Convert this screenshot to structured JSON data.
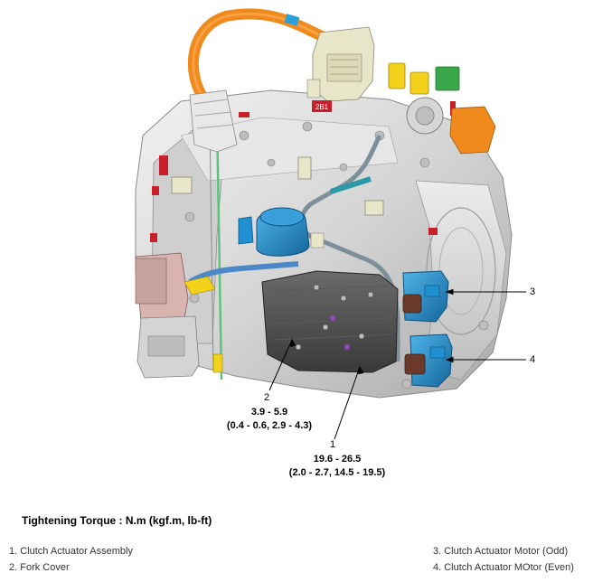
{
  "callouts": [
    {
      "number": "1",
      "torque_nm": "19.6 - 26.5",
      "torque_alt": "(2.0 - 2.7, 14.5 - 19.5)"
    },
    {
      "number": "2",
      "torque_nm": "3.9 - 5.9",
      "torque_alt": "(0.4 - 0.6, 2.9 - 4.3)"
    },
    {
      "number": "3"
    },
    {
      "number": "4"
    }
  ],
  "legend": {
    "title": "Tightening Torque : N.m (kgf.m, lb-ft)",
    "items": [
      "1. Clutch Actuator Assembly",
      "2. Fork Cover",
      "3. Clutch Actuator Motor (Odd)",
      "4. Clutch Actuator MOtor (Even)"
    ]
  },
  "part_labels": {
    "tag_2b1": "2B1"
  },
  "colors": {
    "housing": "#d8d8d8",
    "cable_orange": "#f08a1c",
    "motor_blue": "#1f8fcf",
    "reservoir_blue": "#1e72b8",
    "actuator_dark": "#4a4a4a",
    "connector_yellow": "#f2d21a",
    "connector_green": "#3aa64a",
    "connector_red": "#c8202a",
    "seal_green": "#5ec27a",
    "bracket_pink": "#d9b3b0"
  }
}
